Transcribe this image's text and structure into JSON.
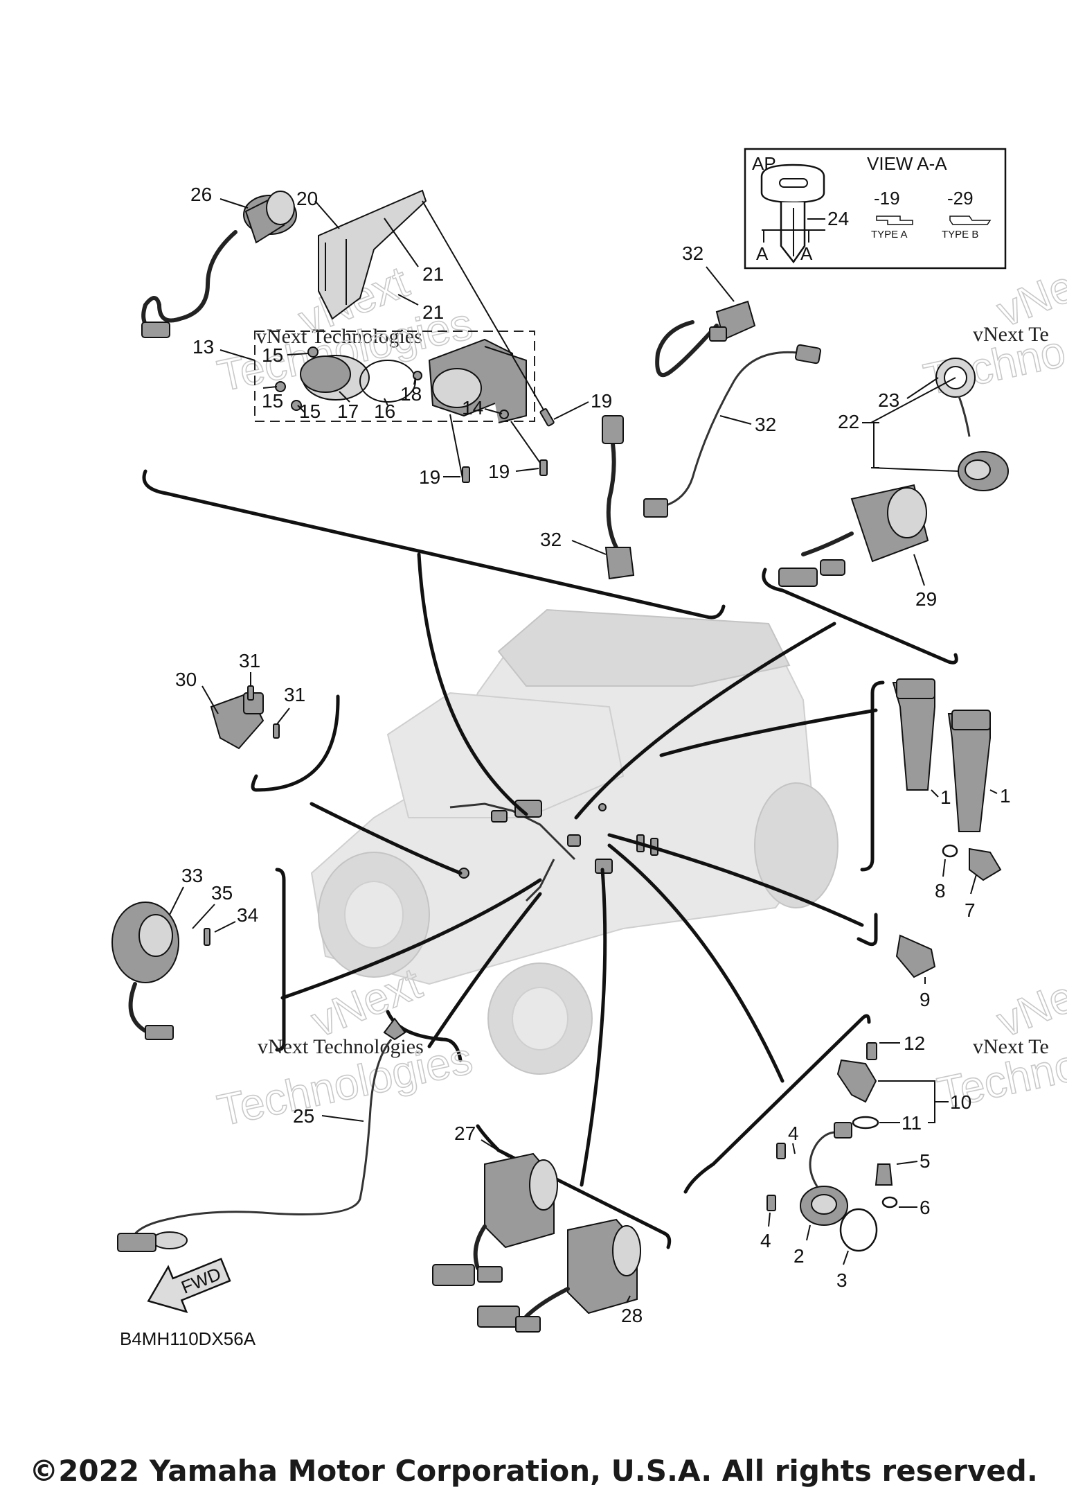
{
  "callouts": {
    "c1a": "1",
    "c1b": "1",
    "c2": "2",
    "c3": "3",
    "c4a": "4",
    "c4b": "4",
    "c5": "5",
    "c6": "6",
    "c7": "7",
    "c8": "8",
    "c9": "9",
    "c10": "10",
    "c11": "11",
    "c12": "12",
    "c13": "13",
    "c14": "14",
    "c15a": "15",
    "c15b": "15",
    "c15c": "15",
    "c16": "16",
    "c17": "17",
    "c18": "18",
    "c19a": "19",
    "c19b": "19",
    "c19c": "19",
    "c20": "20",
    "c21a": "21",
    "c21b": "21",
    "c22": "22",
    "c23": "23",
    "c24": "24",
    "c25": "25",
    "c26": "26",
    "c27": "27",
    "c28": "28",
    "c29": "29",
    "c30": "30",
    "c31a": "31",
    "c31b": "31",
    "c32a": "32",
    "c32b": "32",
    "c32c": "32",
    "c33": "33",
    "c34": "34",
    "c35": "35"
  },
  "view_box": {
    "ap": "AP",
    "title": "VIEW A-A",
    "type_a_ref": "-19",
    "type_b_ref": "-29",
    "type_a": "TYPE A",
    "type_b": "TYPE B",
    "section_mark": "A"
  },
  "watermarks": {
    "brand": "vNext Technologies",
    "big_1": "vNext",
    "big_2": "Technologies",
    "partial_brand": "vNext Te",
    "partial_big_1": "vNe",
    "partial_big_2": "Techno"
  },
  "fwd_label": "FWD",
  "diagram_code": "B4MH110DX56A",
  "copyright": "©2022 Yamaha Motor Corporation, U.S.A. All rights reserved."
}
